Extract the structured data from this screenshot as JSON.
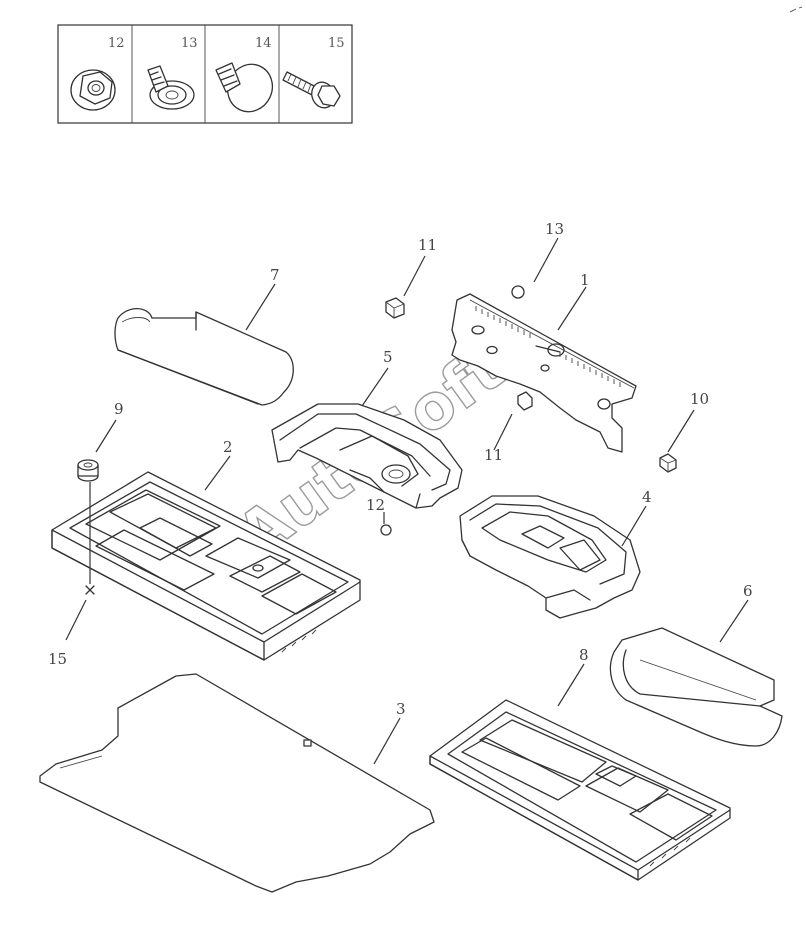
{
  "watermark": "AutoSoft",
  "legend": [
    {
      "number": "12",
      "icon": "flange-nut-icon"
    },
    {
      "number": "13",
      "icon": "push-clip-icon"
    },
    {
      "number": "14",
      "icon": "round-head-clip-icon"
    },
    {
      "number": "15",
      "icon": "flange-bolt-icon"
    }
  ],
  "callouts": [
    {
      "number": "1",
      "part": "rear-panel-trim"
    },
    {
      "number": "2",
      "part": "left-storage-tray"
    },
    {
      "number": "3",
      "part": "trunk-floor-mat"
    },
    {
      "number": "4",
      "part": "right-tray-bracket"
    },
    {
      "number": "5",
      "part": "left-tray-bracket"
    },
    {
      "number": "6",
      "part": "right-cover-strip"
    },
    {
      "number": "7",
      "part": "left-cover-strip"
    },
    {
      "number": "8",
      "part": "right-storage-tray"
    },
    {
      "number": "9",
      "part": "grommet"
    },
    {
      "number": "10",
      "part": "clip-right"
    },
    {
      "number": "11",
      "part": "clip-top"
    },
    {
      "number": "11",
      "part": "clip-center"
    },
    {
      "number": "12",
      "part": "nut-center"
    },
    {
      "number": "13",
      "part": "clip-panel"
    },
    {
      "number": "15",
      "part": "bolt-left"
    }
  ]
}
